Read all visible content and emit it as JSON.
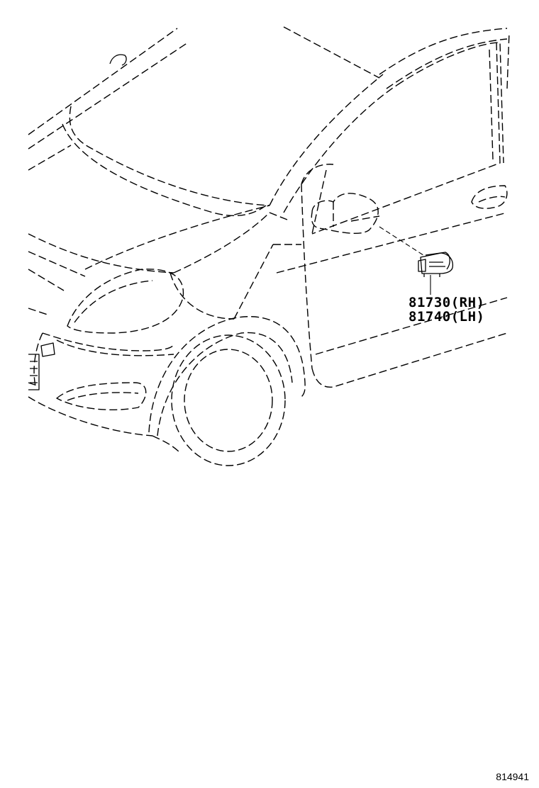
{
  "diagram": {
    "subject": "front-left car body with door mirror turn signal lamp",
    "parts": [
      {
        "number": "81730",
        "side": "(RH)",
        "text": "81730(RH)"
      },
      {
        "number": "81740",
        "side": "(LH)",
        "text": "81740(LH)"
      }
    ],
    "diagram_id": "814941",
    "line_color": "#000000",
    "background_color": "#ffffff"
  }
}
